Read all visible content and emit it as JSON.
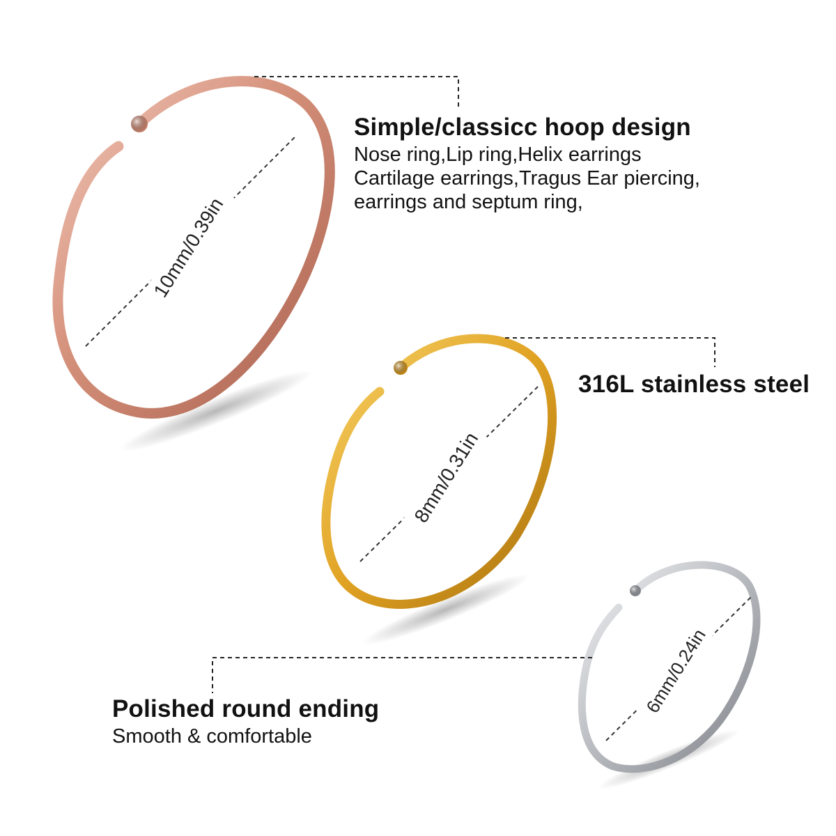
{
  "features": {
    "hoop_design": {
      "title": "Simple/classicc hoop design",
      "lines": [
        "Nose ring,Lip ring,Helix earrings",
        "Cartilage earrings,Tragus Ear piercing,",
        "earrings and septum ring,"
      ]
    },
    "material": {
      "title": "316L stainless steel"
    },
    "ending": {
      "title": "Polished round ending",
      "lines": [
        "Smooth & comfortable"
      ]
    }
  },
  "rings": [
    {
      "finish": "rose gold",
      "color": "#d89a86",
      "size_label": "10mm/0.39in"
    },
    {
      "finish": "gold",
      "color": "#e4ad2c",
      "size_label": "8mm/0.31in"
    },
    {
      "finish": "silver",
      "color": "#c4c6ca",
      "size_label": "6mm/0.24in"
    }
  ]
}
